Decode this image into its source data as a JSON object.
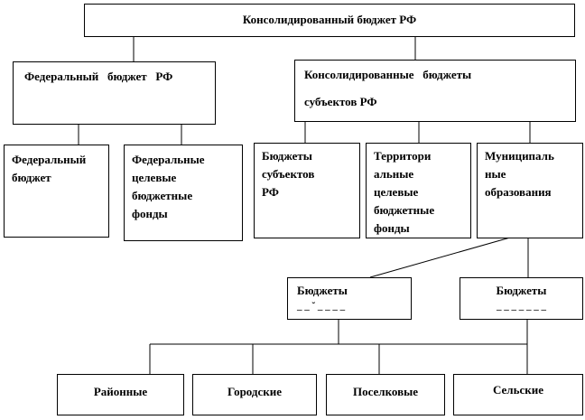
{
  "root": "Консолидированный  бюджет  РФ",
  "federal": "Федеральный   бюджет   РФ",
  "consolidated_subjects": [
    "Консолидированные   бюджеты",
    "субъектов  РФ"
  ],
  "federal_children": [
    [
      "Федеральный",
      "бюджет"
    ],
    [
      "Федеральные",
      "целевые",
      "бюджетные",
      "фонды"
    ]
  ],
  "subject_children": [
    [
      "Бюджеты",
      "субъектов",
      "РФ"
    ],
    [
      "Территори",
      "альные",
      "целевые",
      "бюджетные",
      "фонды"
    ],
    [
      "Муниципаль",
      "ные",
      "образования"
    ]
  ],
  "budgets": [
    {
      "label": "Бюджеты",
      "sub": "_ _ ˘ _ _ _ _"
    },
    {
      "label": "Бюджеты",
      "sub": "_ _ _ _ _ _ _"
    }
  ],
  "bottom": [
    "Районные",
    "Городские",
    "Поселковые",
    "Сельские"
  ]
}
